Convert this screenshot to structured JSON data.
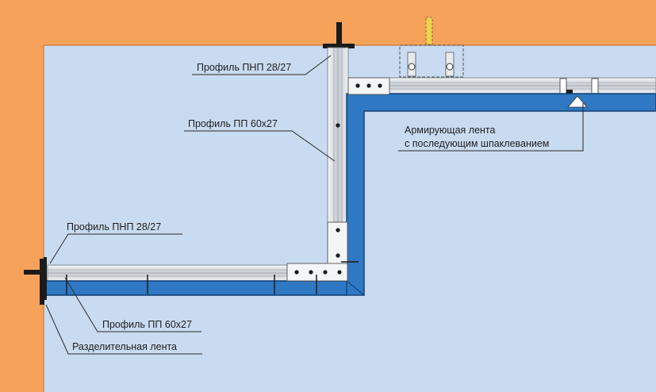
{
  "labels": {
    "pnp_top": "Профиль ПНП 28/27",
    "pp_vertical": "Профиль ПП 60х27",
    "tape_line1": "Армирующая лента",
    "tape_line2": "с последующим шпаклеванием",
    "pnp_left": "Профиль ПНП 28/27",
    "pp_bottom": "Профиль ПП 60х27",
    "separator": "Разделительная лента"
  },
  "colors": {
    "background": "#c9dbf0",
    "wall": "#f6a25a",
    "wall_edge": "#c97a3a",
    "drywall": "#2e78c4",
    "drywall_edge": "#123e70",
    "profile": "#dfe3e8",
    "profile_edge": "#6c747c",
    "plate": "#f4f5f6",
    "leader": "#2a2a2a"
  }
}
